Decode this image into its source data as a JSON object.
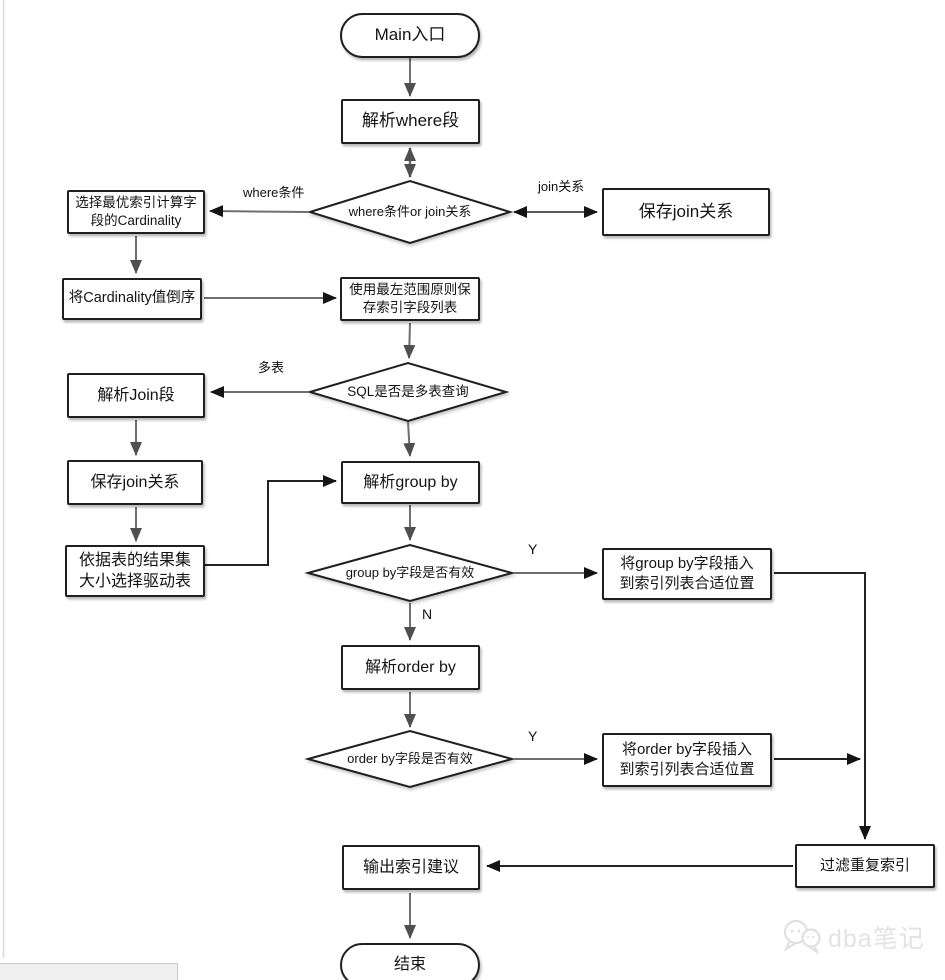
{
  "nodes": {
    "main_entry": {
      "label": "Main入口"
    },
    "parse_where": {
      "label": "解析where段"
    },
    "where_decision": {
      "label": "where条件or join关系"
    },
    "save_join_right": {
      "label": "保存join关系"
    },
    "choose_cardinality": {
      "label": "选择最优索引计算字\n段的Cardinality"
    },
    "sort_cardinality": {
      "label": "将Cardinality值倒序"
    },
    "leftmost_rule": {
      "label": "使用最左范围原则保\n存索引字段列表"
    },
    "sql_multi_decision": {
      "label": "SQL是否是多表查询"
    },
    "parse_join": {
      "label": "解析Join段"
    },
    "save_join_left": {
      "label": "保存join关系"
    },
    "choose_driving": {
      "label": "依据表的结果集\n大小选择驱动表"
    },
    "parse_group_by": {
      "label": "解析group by"
    },
    "group_by_decision": {
      "label": "group by字段是否有效"
    },
    "insert_group_by": {
      "label": "将group by字段插入\n到索引列表合适位置"
    },
    "parse_order_by": {
      "label": "解析order by"
    },
    "order_by_decision": {
      "label": "order by字段是否有效"
    },
    "insert_order_by": {
      "label": "将order by字段插入\n到索引列表合适位置"
    },
    "filter_duplicate": {
      "label": "过滤重复索引"
    },
    "output_suggestion": {
      "label": "输出索引建议"
    },
    "end_node": {
      "label": "结束"
    }
  },
  "edge_labels": {
    "where_condition": "where条件",
    "join_relation": "join关系",
    "multi_table": "多表",
    "group_yes": "Y",
    "group_no": "N",
    "order_yes": "Y"
  },
  "watermark": {
    "text": "dba笔记"
  },
  "colors": {
    "box_border": "#1f1f1f",
    "line_gray": "#6e6e6e",
    "line_dark": "#222222",
    "arrow_gray": "#4f4f4f",
    "arrow_dark": "#141414",
    "watermark": "#e3e3e3"
  }
}
